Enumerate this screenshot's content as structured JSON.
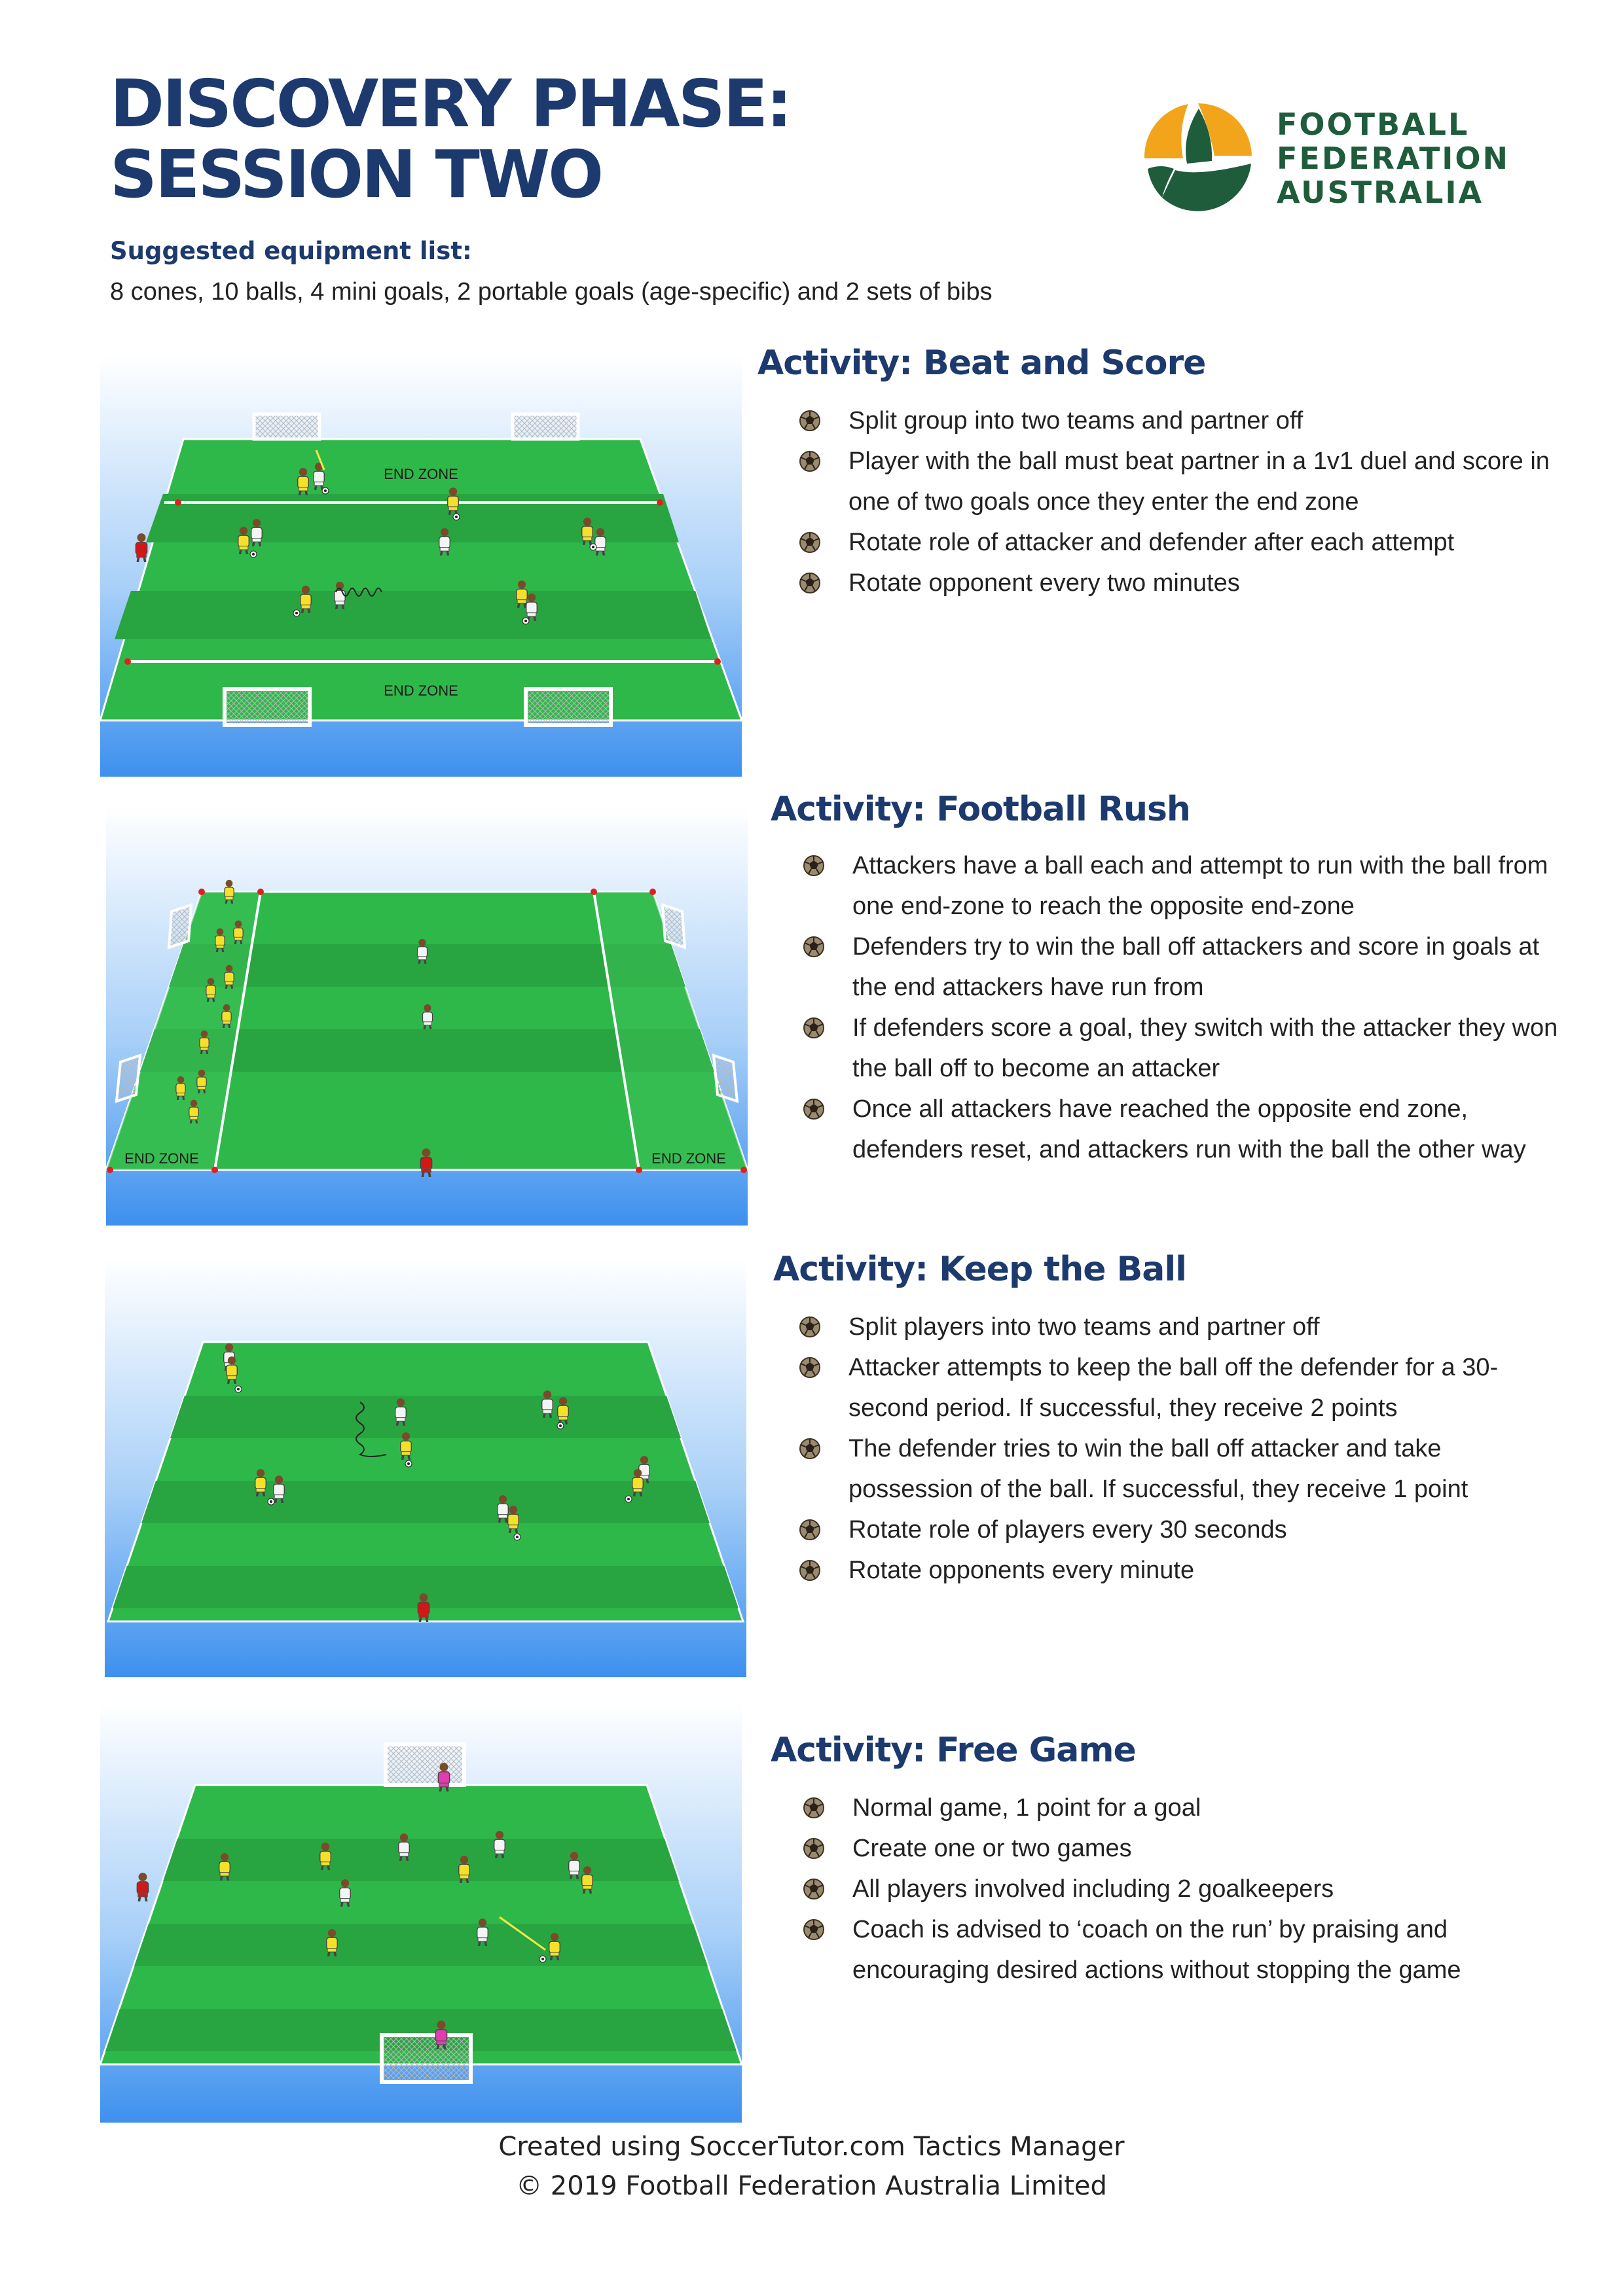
{
  "header": {
    "title_line1": "DISCOVERY PHASE:",
    "title_line2": "SESSION TWO",
    "equipment_label": "Suggested equipment list:",
    "equipment_text": "8 cones, 10 balls, 4 mini goals, 2 portable goals (age-specific) and 2 sets of bibs"
  },
  "logo": {
    "line1": "FOOTBALL",
    "line2": "FEDERATION",
    "line3": "AUSTRALIA",
    "colors": {
      "green": "#1e5c3b",
      "gold": "#f2a51a"
    }
  },
  "activities": [
    {
      "title": "Activity: Beat and Score",
      "diagram_labels": [
        "END ZONE",
        "END ZONE"
      ],
      "bullets": [
        "Split group into two teams and partner off",
        "Player with the ball must beat partner in a 1v1 duel and score in one of two goals once they enter the end zone",
        "Rotate role of attacker and defender after each attempt",
        "Rotate opponent every two minutes"
      ]
    },
    {
      "title": "Activity: Football Rush",
      "diagram_labels": [
        "END ZONE",
        "END ZONE"
      ],
      "bullets": [
        "Attackers have a ball each and attempt to run with the ball from one end-zone to reach the opposite end-zone",
        "Defenders try to win the ball off attackers and score in goals at the end attackers have run from",
        "If defenders score a goal, they switch with the attacker they won the ball off to become an attacker",
        "Once all attackers have reached the opposite end zone, defenders reset, and attackers run with the ball the other way"
      ]
    },
    {
      "title": "Activity: Keep the Ball",
      "bullets": [
        "Split players into two teams and partner off",
        "Attacker attempts to keep the ball off the defender for a 30-second period. If successful, they receive 2 points",
        "The defender tries to win the ball off attacker and take possession of the ball. If successful, they receive 1 point",
        "Rotate role of players every 30 seconds",
        "Rotate opponents every minute"
      ]
    },
    {
      "title": "Activity: Free Game",
      "bullets": [
        "Normal game, 1 point for a goal",
        "Create one or two games",
        "All players involved including 2 goalkeepers",
        "Coach is advised to ‘coach on the run’ by praising and encouraging desired actions without stopping the game"
      ]
    }
  ],
  "footer": {
    "line1": "Created using SoccerTutor.com Tactics Manager",
    "line2": "© 2019 Football Federation Australia Limited"
  },
  "colors": {
    "title_navy": "#1d3a6e",
    "pitch_green": "#2fb84a",
    "pitch_stripe": "#28a540",
    "sky_blue": "#3d90ee",
    "team_yellow": "#f5e02a",
    "team_white": "#f4f4f4",
    "coach_red": "#d01818",
    "goalkeeper_pink": "#e33bb0"
  }
}
